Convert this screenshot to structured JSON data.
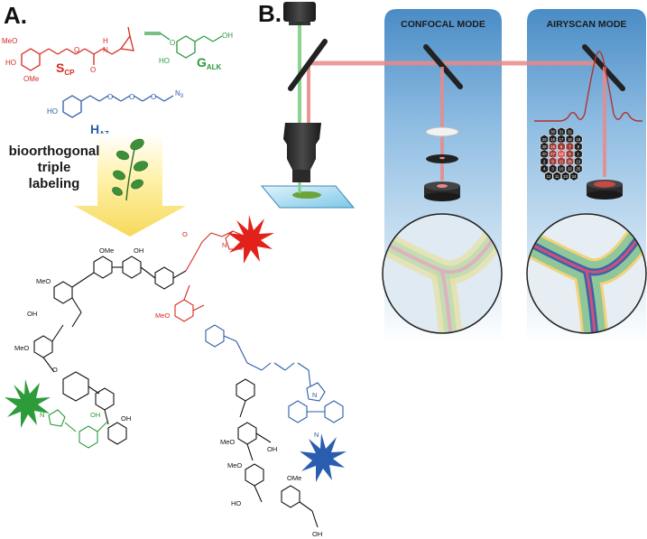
{
  "panel_a": {
    "label": "A.",
    "monomers": [
      {
        "name_main": "S",
        "name_sub": "CP",
        "color": "#d42a1e"
      },
      {
        "name_main": "G",
        "name_sub": "ALK",
        "color": "#2a9a3e"
      },
      {
        "name_main": "H",
        "name_sub": "AZ",
        "color": "#2a5ea8"
      }
    ],
    "groups": {
      "meo": "MeO",
      "ome": "OMe",
      "ho": "HO",
      "oh": "OH",
      "n": "N",
      "h": "H",
      "o": "O",
      "n3": "N",
      "n3_sub": "3"
    },
    "labeling_text": [
      "bioorthogonal",
      "triple",
      "labeling"
    ],
    "colors": {
      "red": "#d42a1e",
      "green": "#2a9a3e",
      "blue": "#2a5ea8",
      "black": "#111111"
    }
  },
  "panel_b": {
    "label": "B.",
    "modes": [
      {
        "title": "CONFOCAL MODE"
      },
      {
        "title": "AIRYSCAN MODE"
      }
    ],
    "detector_numbers": [
      "30",
      "31",
      "32",
      "29",
      "16",
      "17",
      "18",
      "19",
      "28",
      "15",
      "6",
      "7",
      "8",
      "20",
      "27",
      "14",
      "5",
      "1",
      "2",
      "9",
      "21",
      "26",
      "13",
      "4",
      "3",
      "10",
      "22",
      "25",
      "12",
      "11",
      "23",
      "24"
    ]
  }
}
